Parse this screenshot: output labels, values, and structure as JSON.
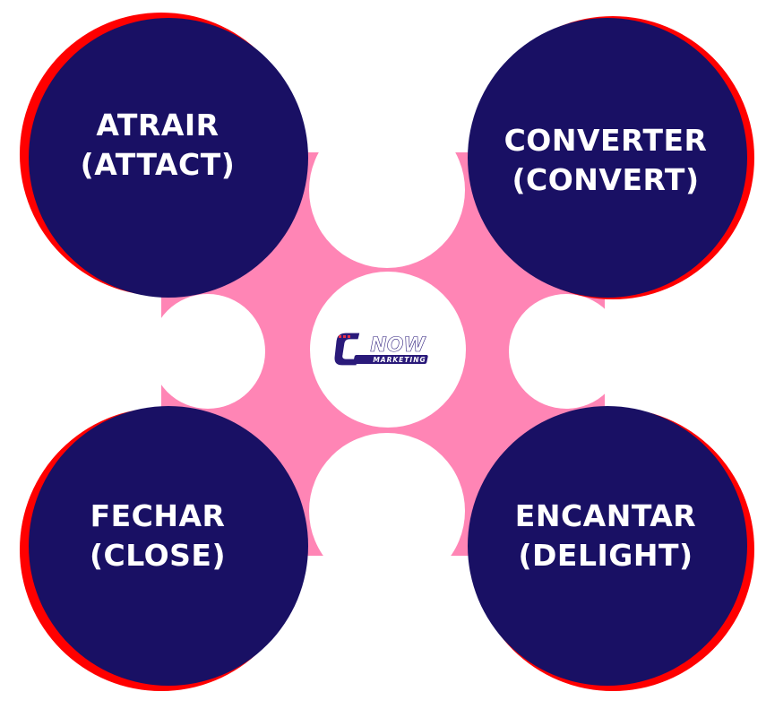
{
  "colors": {
    "circle_fill": "#191064",
    "circle_rim": "#ff0000",
    "connector": "#ff85b5",
    "center_fill": "#ffffff",
    "text": "#ffffff",
    "logo_primary": "#2a1a7a",
    "logo_accent": "#e8334a"
  },
  "nodes": {
    "attract": {
      "line1": "ATRAIR",
      "line2": "(ATTACT)"
    },
    "convert": {
      "line1": "CONVERTER",
      "line2": "(CONVERT)"
    },
    "close": {
      "line1": "FECHAR",
      "line2": "(CLOSE)"
    },
    "delight": {
      "line1": "ENCANTAR",
      "line2": "(DELIGHT)"
    }
  },
  "logo": {
    "word": "NOW",
    "tagline": "MARKETING"
  }
}
